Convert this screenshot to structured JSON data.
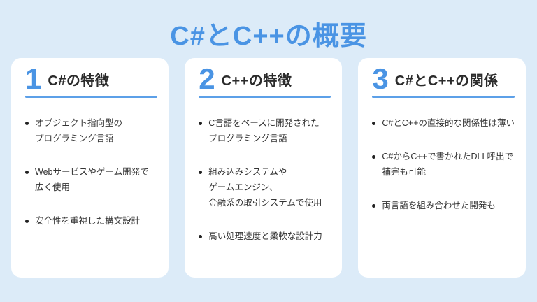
{
  "page": {
    "title": "C#とC++の概要",
    "colors": {
      "background": "#dcebf8",
      "card": "#ffffff",
      "accent": "#4a94e4",
      "underline": "#5ca0e8",
      "heading_text": "#2b2b2b",
      "body_text": "#333333"
    }
  },
  "cards": [
    {
      "number": "1",
      "heading": "C#の特徴",
      "bullets": [
        {
          "lines": [
            "オブジェクト指向型の",
            "プログラミング言語"
          ]
        },
        {
          "lines": [
            "Webサービスやゲーム開発で",
            "広く使用"
          ]
        },
        {
          "lines": [
            "安全性を重視した構文設計"
          ]
        }
      ]
    },
    {
      "number": "2",
      "heading": "C++の特徴",
      "bullets": [
        {
          "lines": [
            "C言語をベースに開発された",
            "プログラミング言語"
          ]
        },
        {
          "lines": [
            "組み込みシステムや",
            "ゲームエンジン、",
            "金融系の取引システムで使用"
          ]
        },
        {
          "lines": [
            "高い処理速度と柔軟な設計力"
          ]
        }
      ]
    },
    {
      "number": "3",
      "heading": "C#とC++の関係",
      "bullets": [
        {
          "lines": [
            "C#とC++の直接的な関係性は薄い"
          ]
        },
        {
          "lines": [
            "C#からC++で書かれたDLL呼出で",
            "補完も可能"
          ]
        },
        {
          "lines": [
            "両言語を組み合わせた開発も"
          ]
        }
      ]
    }
  ]
}
